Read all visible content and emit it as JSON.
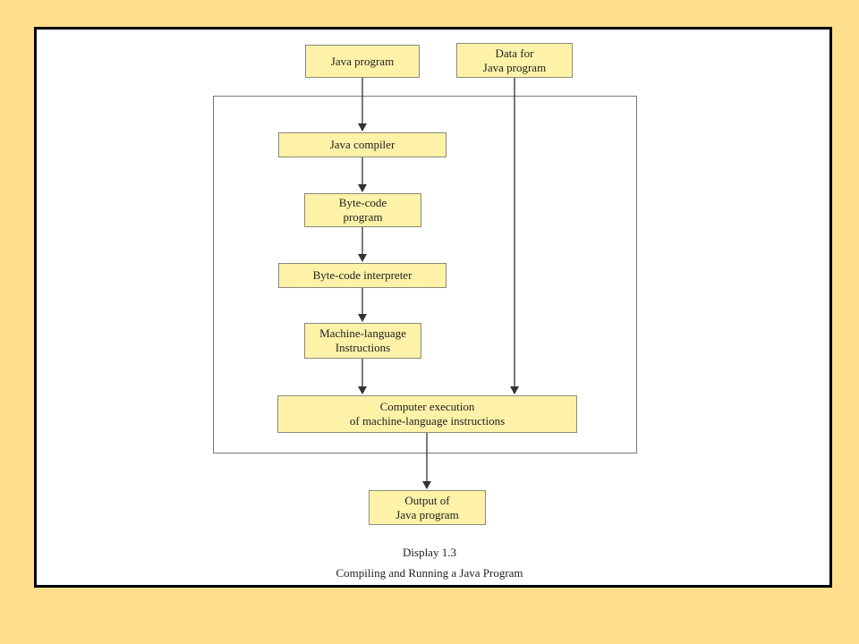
{
  "nodes": {
    "java_program": "Java program",
    "data_for_java_program": "Data for\nJava program",
    "java_compiler": "Java compiler",
    "byte_code_program": "Byte-code\nprogram",
    "byte_code_interpreter": "Byte-code interpreter",
    "machine_language_instructions": "Machine-language\nInstructions",
    "computer_execution": "Computer execution\nof machine-language instructions",
    "output_of_java_program": "Output of\nJava program"
  },
  "caption": {
    "display": "Display 1.3",
    "title": "Compiling and Running a Java Program"
  },
  "colors": {
    "background": "#FFDF8E",
    "node_fill": "#FDF2A8",
    "arrow": "#333333"
  }
}
